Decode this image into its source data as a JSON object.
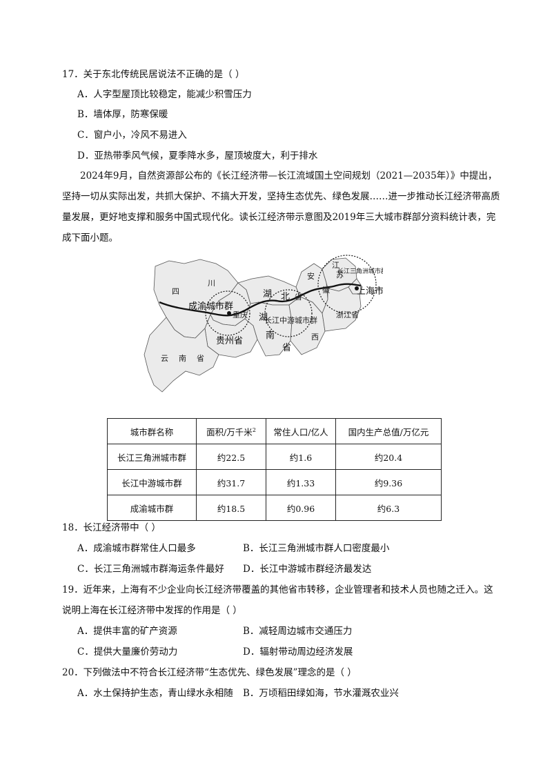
{
  "q17": {
    "stem": "17．关于东北传统民居说法不正确的是（    ）",
    "options": [
      "A．人字型屋顶比较稳定，能减少积雪压力",
      "B．墙体厚，防寒保暖",
      "C．窗户小，冷风不易进入",
      "D．亚热带季风气候，夏季降水多，屋顶坡度大，利于排水"
    ]
  },
  "passage": "2024年9月，自然资源部公布的《长江经济带—长江流域国土空间规划（2021—2035年）》中提出，坚持一切从实际出发，共抓大保护、不搞大开发，坚持生态优先、绿色发展……进一步推动长江经济带高质量发展，更好地支撑和服务中国式现代化。读长江经济带示意图及2019年三大城市群部分资料统计表，完成下面小题。",
  "map": {
    "labels": {
      "chengyu": "成渝城市群",
      "chongqing": "重庆",
      "guizhou": "贵州省",
      "yunnan_1": "云",
      "yunnan_2": "南",
      "yunnan_3": "省",
      "si": "四",
      "chuan": "川",
      "hubei_1": "湖",
      "hubei_2": "北",
      "sheng_1": "省",
      "hunan_1": "湖",
      "hunan_2": "南",
      "sheng_2": "省",
      "midstream": "长江中游城市群",
      "jiangxi": "西",
      "anhui_1": "安",
      "anhui_2": "徽",
      "jiangsu_1": "江",
      "jiangsu_2": "苏",
      "delta": "长江三角洲城市群",
      "shanghai": "上海市",
      "zhejiang": "浙江省"
    }
  },
  "table": {
    "headers": [
      "城市群名称",
      "面积/万千米",
      "常住人口/亿人",
      "国内生产总值/万亿元"
    ],
    "area_sup": "2",
    "rows": [
      [
        "长江三角洲城市群",
        "约22.5",
        "约1.6",
        "约20.4"
      ],
      [
        "长江中游城市群",
        "约31.7",
        "约1.33",
        "约9.36"
      ],
      [
        "成渝城市群",
        "约18.5",
        "约0.96",
        "约6.3"
      ]
    ]
  },
  "q18": {
    "stem": "18．长江经济带中（    ）",
    "options": [
      "A．成渝城市群常住人口最多",
      "B．长江三角洲城市群人口密度最小",
      "C．长江三角洲城市群海运条件最好",
      "D．长江中游城市群经济最发达"
    ]
  },
  "q19": {
    "stem_line1": "19．近年来，上海有不少企业向长江经济带覆盖的其他省市转移，企业管理者和技术人员也随之迁入。这",
    "stem_line2": "说明上海在长江经济带中发挥的作用是（    ）",
    "options": [
      "A．提供丰富的矿产资源",
      "B．减轻周边城市交通压力",
      "C．提供大量廉价劳动力",
      "D．辐射带动周边经济发展"
    ]
  },
  "q20": {
    "stem": "20．下列做法中不符合长江经济带“生态优先、绿色发展”理念的是（    ）",
    "options": [
      "A．水土保持护生态，青山绿水永相随",
      "B．万顷稻田绿如海，节水灌溉农业兴"
    ]
  }
}
